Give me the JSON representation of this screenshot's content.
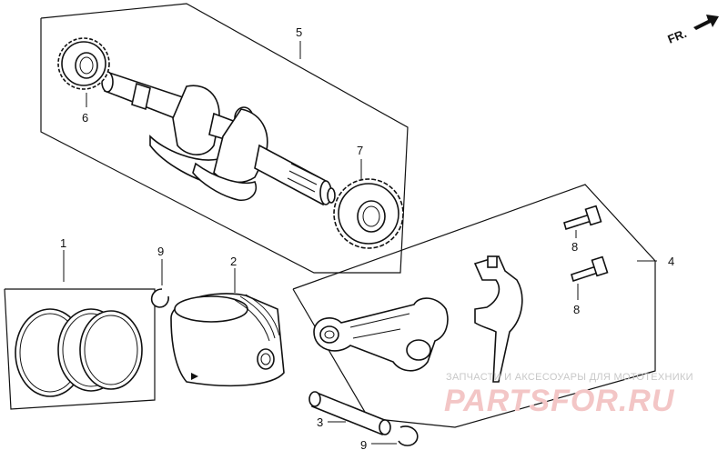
{
  "direction": {
    "label": "FR."
  },
  "callouts": {
    "c1": "1",
    "c2": "2",
    "c3": "3",
    "c4": "4",
    "c5": "5",
    "c6": "6",
    "c7": "7",
    "c8a": "8",
    "c8b": "8",
    "c9a": "9",
    "c9b": "9"
  },
  "watermark": {
    "caption": "ЗАПЧАСТИ И АКСЕСОУАРЫ ДЛЯ МОТОТЕХНИКИ",
    "brand": "PARTSFOR.RU"
  },
  "colors": {
    "ink": "#111111",
    "watermark_red": "#f3c6c6",
    "watermark_gray": "#c8c8c8"
  }
}
